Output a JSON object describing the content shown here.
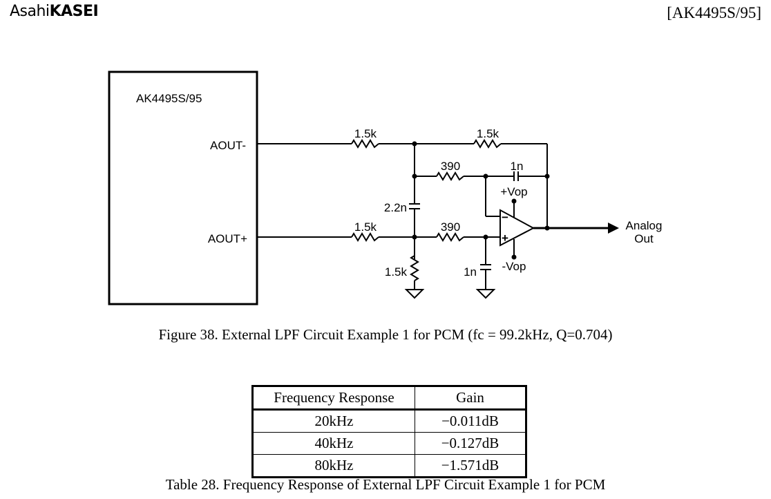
{
  "header": {
    "logo_light": "Asahi",
    "logo_bold": "KASEI",
    "doc_id": "[AK4495S/95]"
  },
  "circuit": {
    "chip_label": "AK4495S/95",
    "pins": {
      "aout_minus": "AOUT-",
      "aout_plus": "AOUT+"
    },
    "components": {
      "r_in_minus": "1.5k",
      "r_feedback": "1.5k",
      "r_390_top": "390",
      "c_feedback": "1n",
      "c_2_2n": "2.2n",
      "r_in_plus": "1.5k",
      "r_390_bottom": "390",
      "r_shunt": "1.5k",
      "c_shunt": "1n"
    },
    "supply": {
      "positive": "+Vop",
      "negative": "-Vop"
    },
    "opamp": {
      "inverting": "−",
      "non_inverting": "+"
    },
    "output_label_line1": "Analog",
    "output_label_line2": "Out"
  },
  "figure_caption": "Figure 38. External LPF Circuit Example 1 for PCM (fc = 99.2kHz, Q=0.704)",
  "table": {
    "headers": [
      "Frequency Response",
      "Gain"
    ],
    "rows": [
      [
        "20kHz",
        "−0.011dB"
      ],
      [
        "40kHz",
        "−0.127dB"
      ],
      [
        "80kHz",
        "−1.571dB"
      ]
    ],
    "caption": "Table 28. Frequency Response of External LPF Circuit Example 1 for PCM"
  }
}
